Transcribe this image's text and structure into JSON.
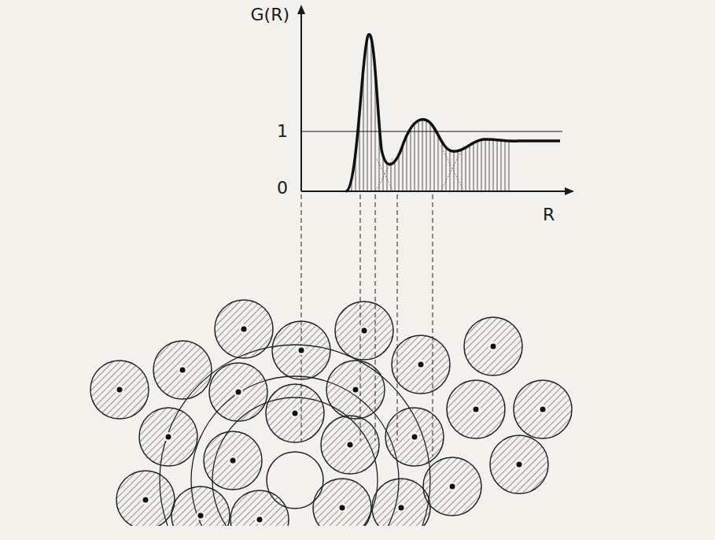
{
  "diagram": {
    "labels": [
      "G(R)",
      "1",
      "0",
      "R"
    ]
  }
}
